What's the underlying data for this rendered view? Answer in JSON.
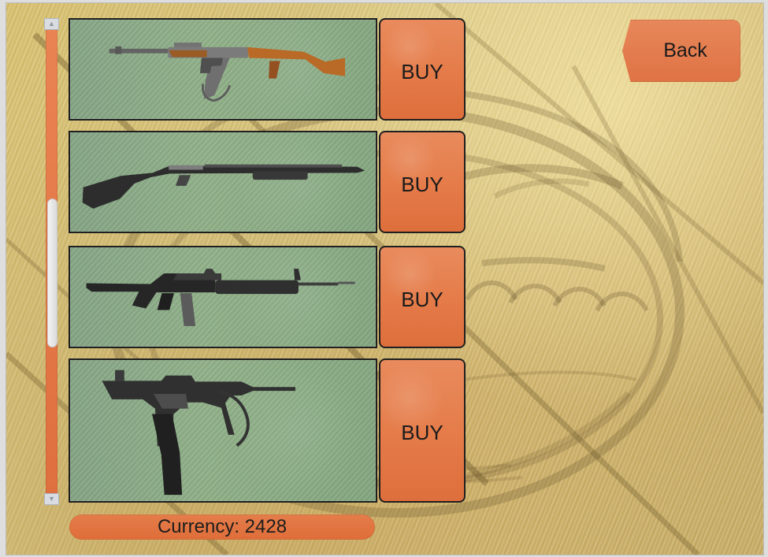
{
  "shop": {
    "items": [
      {
        "buy_label": "BUY",
        "icon": "ak47-rifle-icon"
      },
      {
        "buy_label": "BUY",
        "icon": "shotgun-icon"
      },
      {
        "buy_label": "BUY",
        "icon": "m16-rifle-icon"
      },
      {
        "buy_label": "BUY",
        "icon": "uzi-icon"
      }
    ],
    "back_label": "Back",
    "currency_text": "Currency: 2428"
  },
  "colors": {
    "accent": "#e47d4a",
    "card_tint": "#8eb086",
    "field": "#d7c277",
    "border": "#1f1f1f",
    "scroll_thumb": "#e5e5e5"
  }
}
